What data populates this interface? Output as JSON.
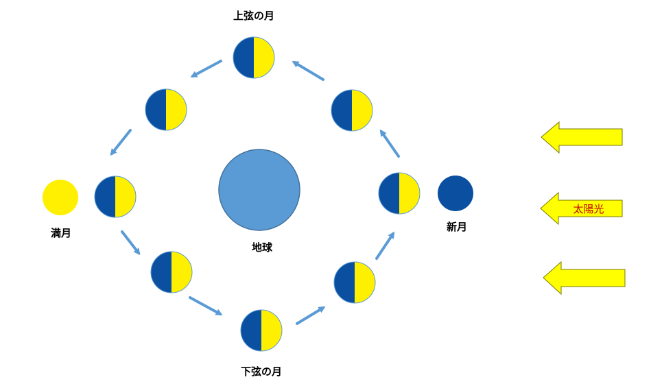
{
  "labels": {
    "first_quarter": "上弦の月",
    "last_quarter": "下弦の月",
    "full_moon": "満月",
    "new_moon": "新月",
    "earth": "地球",
    "sunlight": "太陽光"
  },
  "colors": {
    "moon_dark": "#0b50a0",
    "moon_lit": "#ffef00",
    "earth": "#5b9bd5",
    "earth_stroke": "#41719c",
    "arrow": "#5b9bd5",
    "sun_arrow_fill": "#ffff00",
    "sun_arrow_stroke": "#7a7a00",
    "sun_label": "#c00000"
  }
}
